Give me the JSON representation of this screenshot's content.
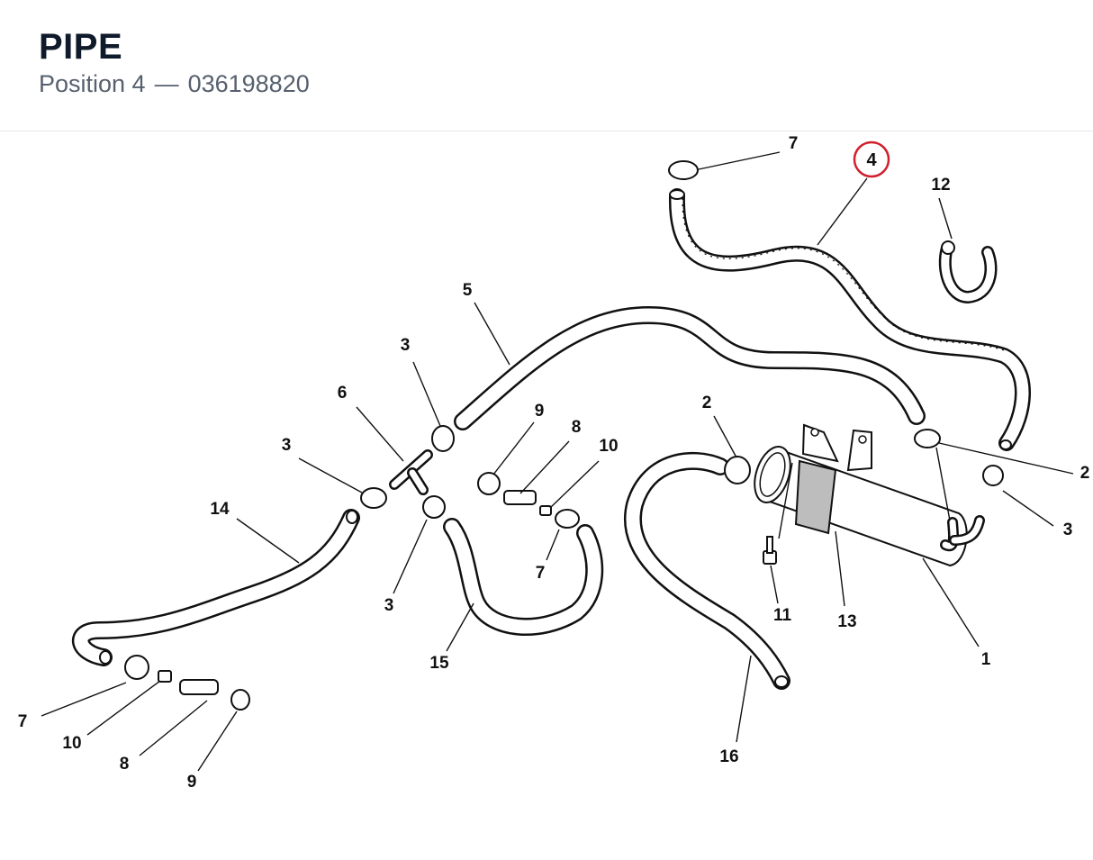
{
  "header": {
    "title": "PIPE",
    "position_label": "Position 4",
    "separator": "—",
    "part_number": "036198820"
  },
  "highlight": {
    "label": "4",
    "color": "#d0202e"
  },
  "callouts": {
    "c7_top": "7",
    "c12": "12",
    "c5": "5",
    "c3_a": "3",
    "c6": "6",
    "c3_b": "3",
    "c9_top": "9",
    "c8_top": "8",
    "c10_top": "10",
    "c2_left": "2",
    "c2_right": "2",
    "c3_right": "3",
    "c14": "14",
    "c7_mid": "7",
    "c3_c": "3",
    "c11": "11",
    "c13": "13",
    "c1": "1",
    "c15": "15",
    "c7_bottom": "7",
    "c10_bottom": "10",
    "c8_bottom": "8",
    "c9_bottom": "9",
    "c16": "16"
  }
}
